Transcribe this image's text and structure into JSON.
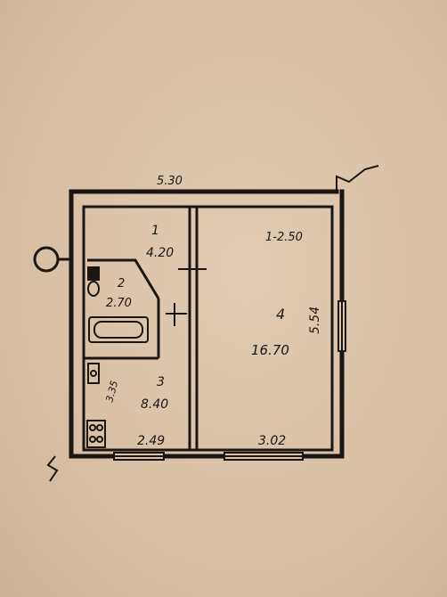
{
  "colors": {
    "paper": "#dbc2a8",
    "ink": "#1a1612"
  },
  "rooms": [
    {
      "number": "1",
      "area": "4.20"
    },
    {
      "number": "2",
      "area": "2.70"
    },
    {
      "number": "3",
      "area": "8.40"
    },
    {
      "number": "4",
      "area": "16.70"
    }
  ],
  "dimensions": {
    "top_wall": "5.30",
    "kitchen_width": "2.49",
    "room_width": "3.02",
    "room_length": "5.54",
    "kitchen_length": "3.35",
    "ceiling_note": "1-2.50"
  },
  "icons": [
    "gas-meter-icon",
    "stove-icon",
    "bathtub-icon",
    "toilet-icon",
    "sink-icon",
    "window-icon",
    "door-icon",
    "break-line-icon"
  ]
}
